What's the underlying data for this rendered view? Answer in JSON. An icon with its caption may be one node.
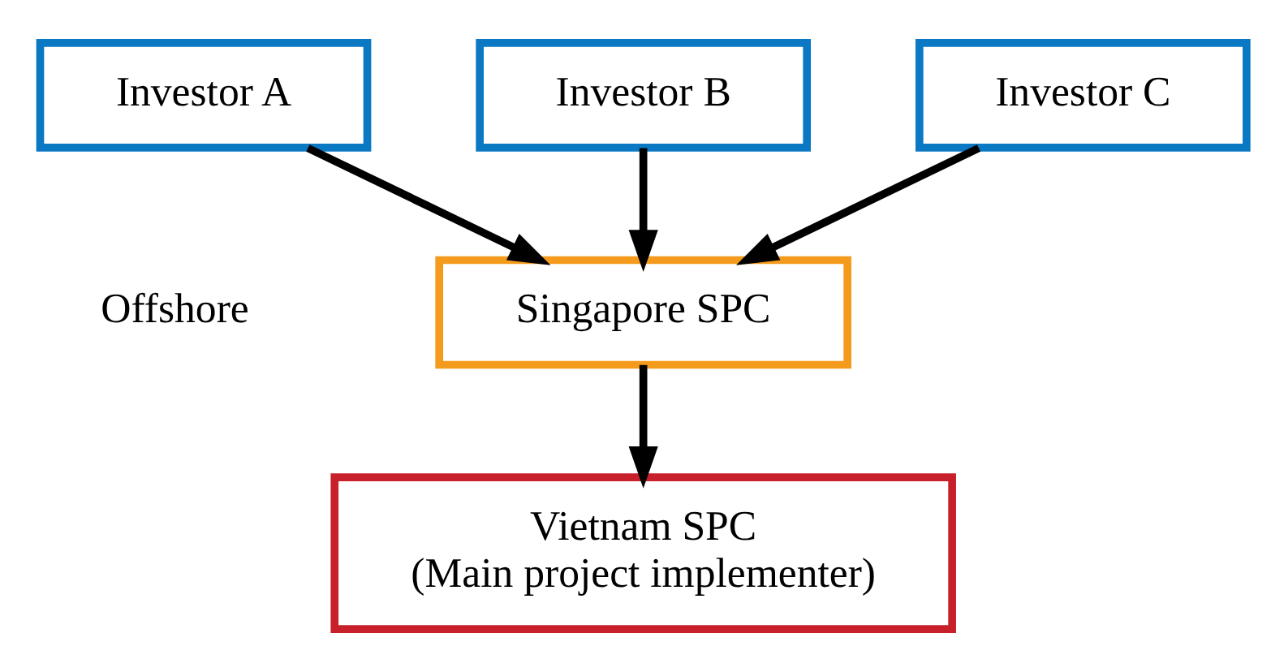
{
  "diagram": {
    "nodes": [
      {
        "text": [
          "Investor A"
        ]
      },
      {
        "text": [
          "Investor B"
        ]
      },
      {
        "text": [
          "Investor C"
        ]
      },
      {
        "text": [
          "Singapore SPC"
        ]
      },
      {
        "text": [
          "Vietnam SPC",
          "(Main project implementer)"
        ]
      }
    ],
    "edges": [
      {
        "from": 0,
        "to": 3,
        "arrow": "to"
      },
      {
        "from": 1,
        "to": 3,
        "arrow": "to"
      },
      {
        "from": 2,
        "to": 3,
        "arrow": "to"
      },
      {
        "from": 3,
        "to": 4,
        "arrow": "to"
      }
    ],
    "labels": [
      "Offshore"
    ]
  }
}
